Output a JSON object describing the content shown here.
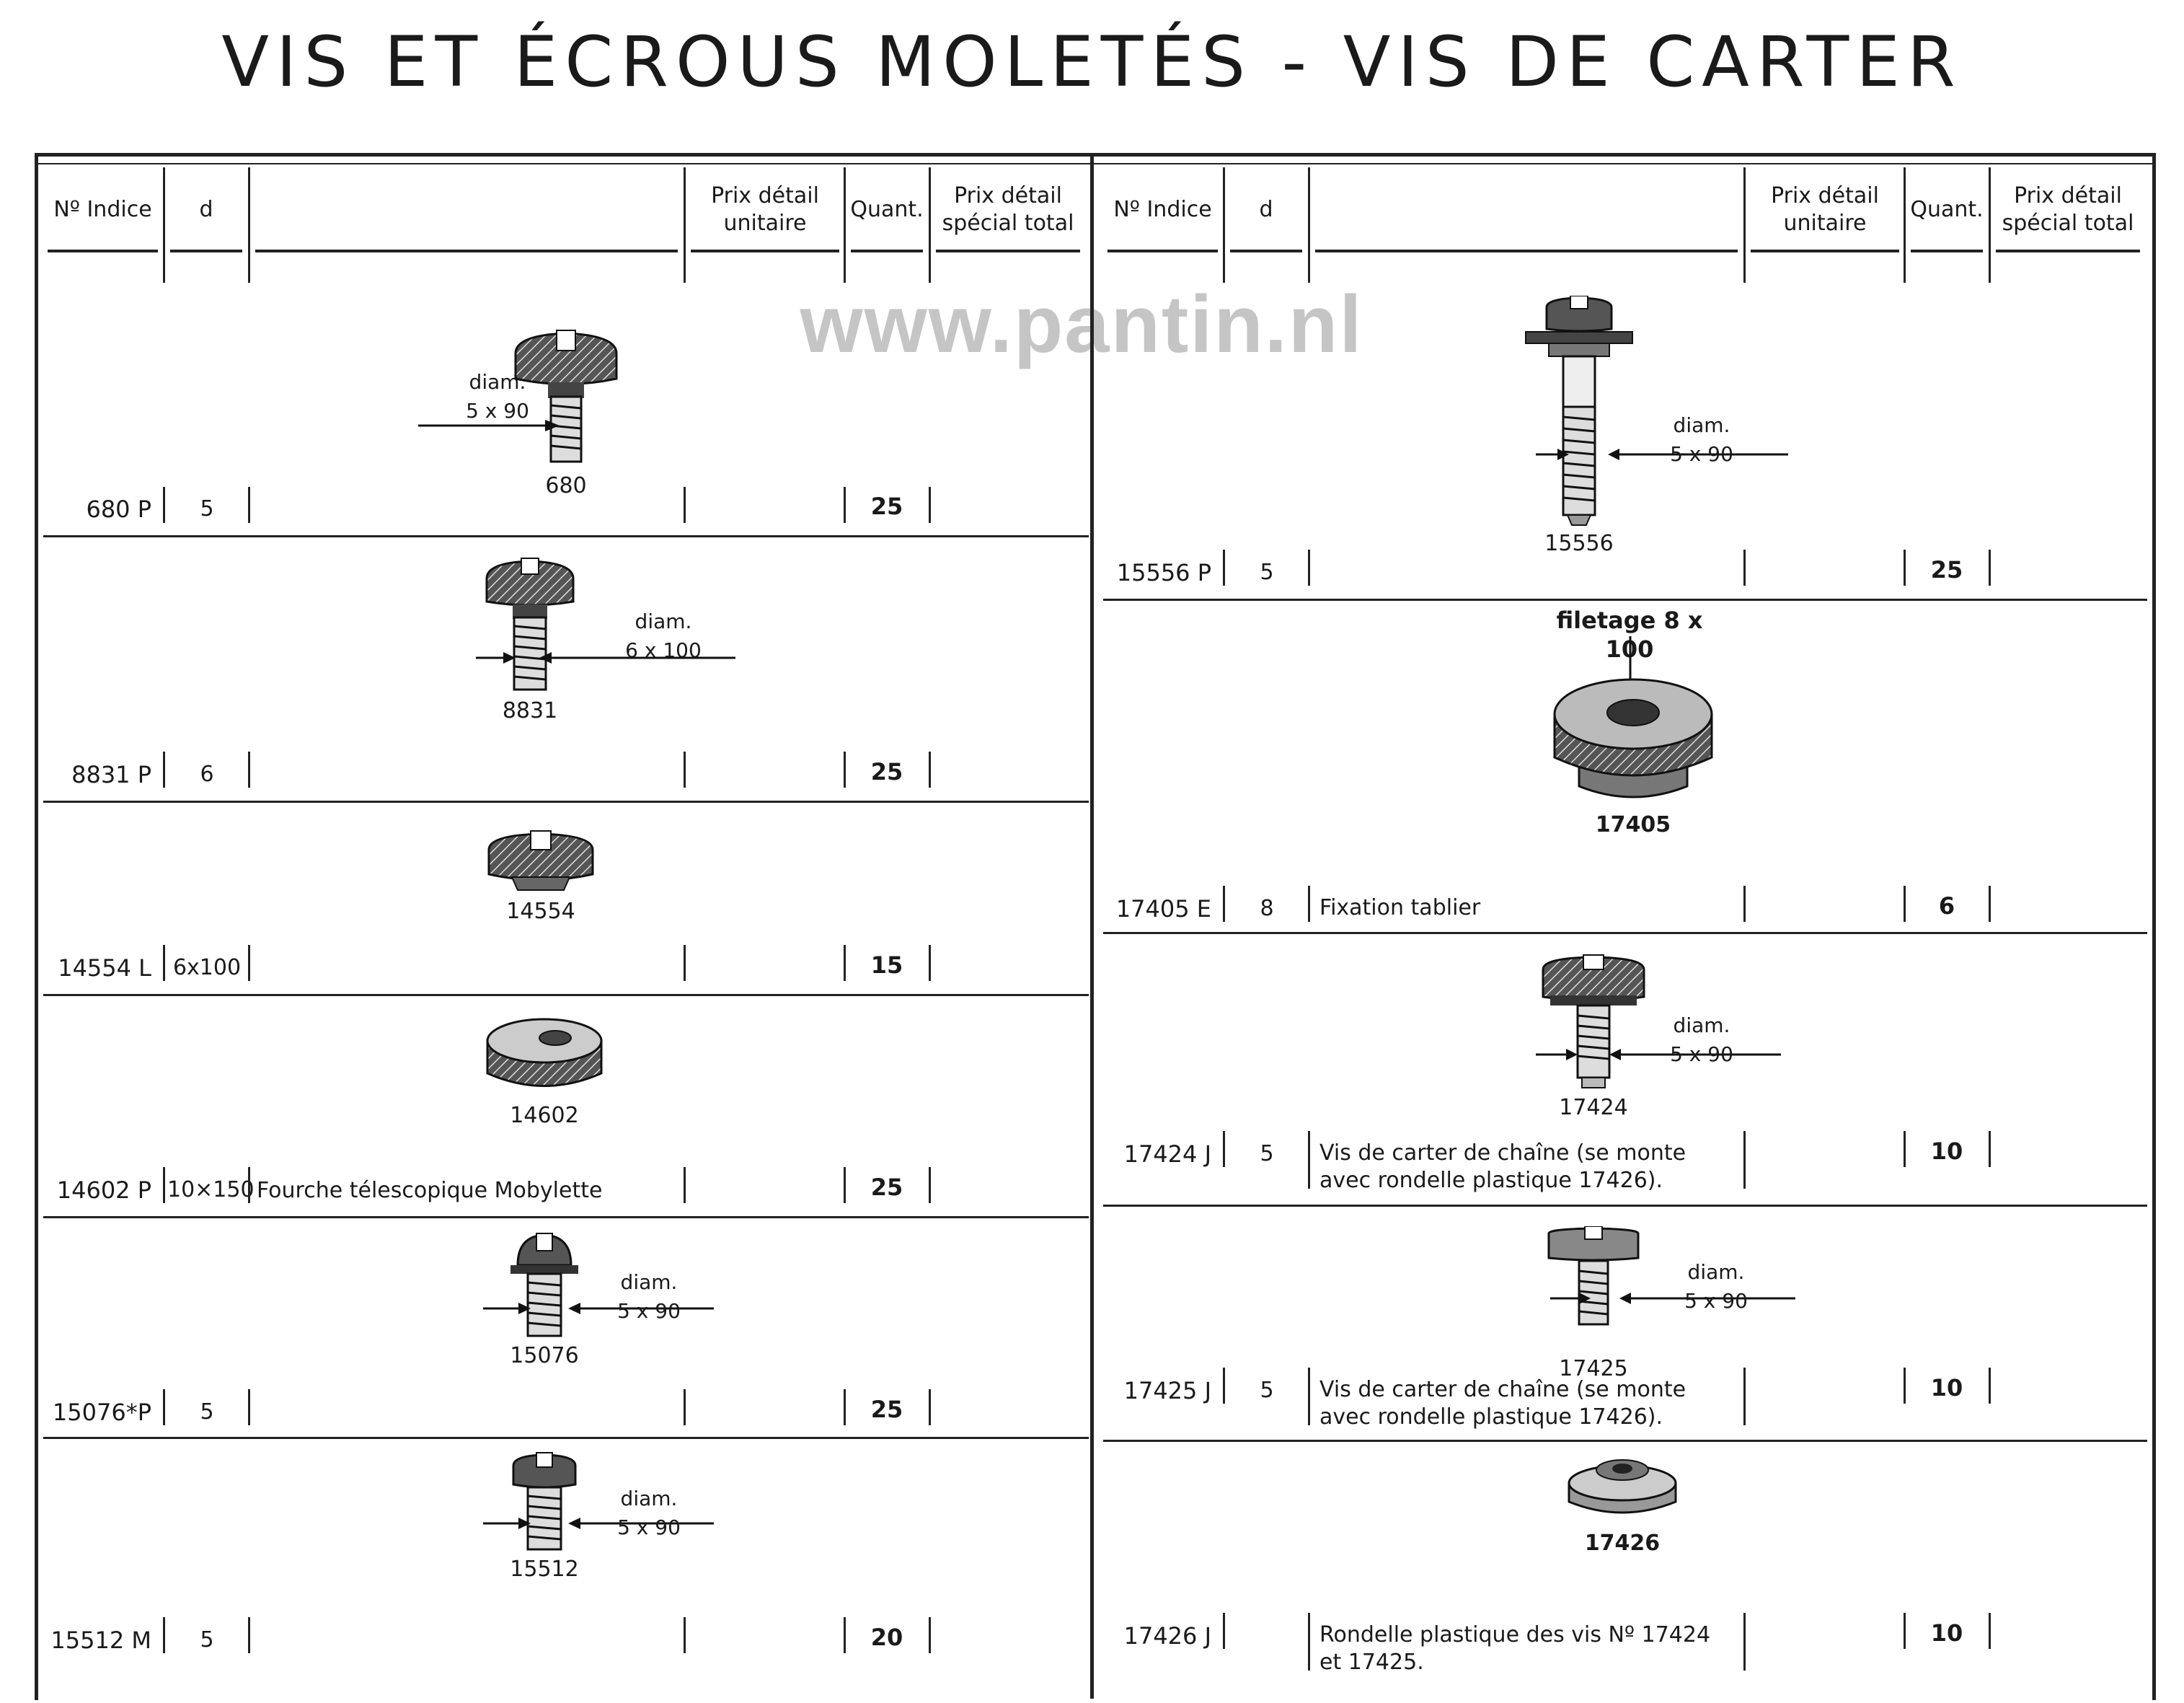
{
  "title": "VIS ET ÉCROUS MOLETÉS - VIS DE CARTER",
  "watermark": "www.pantin.nl",
  "headers": {
    "indice": "Nº Indice",
    "d": "d",
    "prix_unitaire": "Prix détail unitaire",
    "quant": "Quant.",
    "prix_special": "Prix détail spécial total"
  },
  "left_rows": [
    {
      "indice": "680 P",
      "d": "5",
      "desc": "",
      "quant": "25",
      "fig": "680",
      "diam_label": "diam.",
      "diam_value": "5 x 90"
    },
    {
      "indice": "8831 P",
      "d": "6",
      "desc": "",
      "quant": "25",
      "fig": "8831",
      "diam_label": "diam.",
      "diam_value": "6 x 100"
    },
    {
      "indice": "14554 L",
      "d": "6x100",
      "desc": "",
      "quant": "15",
      "fig": "14554"
    },
    {
      "indice": "14602 P",
      "d": "10×150",
      "desc": "Fourche télescopique Mobylette",
      "quant": "25",
      "fig": "14602"
    },
    {
      "indice": "15076*P",
      "d": "5",
      "desc": "",
      "quant": "25",
      "fig": "15076",
      "diam_label": "diam.",
      "diam_value": "5 x 90"
    },
    {
      "indice": "15512 M",
      "d": "5",
      "desc": "",
      "quant": "20",
      "fig": "15512",
      "diam_label": "diam.",
      "diam_value": "5 x 90"
    }
  ],
  "right_rows": [
    {
      "indice": "15556 P",
      "d": "5",
      "desc": "",
      "quant": "25",
      "fig": "15556",
      "diam_label": "diam.",
      "diam_value": "5 x 90"
    },
    {
      "indice": "17405 E",
      "d": "8",
      "desc": "Fixation tablier",
      "quant": "6",
      "fig": "17405",
      "top_label": "filetage 8 x 100"
    },
    {
      "indice": "17424 J",
      "d": "5",
      "desc": "Vis de carter de chaîne (se monte",
      "desc2": "avec rondelle plastique 17426).",
      "quant": "10",
      "fig": "17424",
      "diam_label": "diam.",
      "diam_value": "5 x 90"
    },
    {
      "indice": "17425 J",
      "d": "5",
      "desc": "Vis de carter de chaîne (se monte",
      "desc2": "avec rondelle plastique 17426).",
      "quant": "10",
      "fig": "17425",
      "diam_label": "diam.",
      "diam_value": "5 x 90"
    },
    {
      "indice": "17426 J",
      "d": "",
      "desc": "Rondelle plastique des vis Nº 17424",
      "desc2": "et 17425.",
      "quant": "10",
      "fig": "17426"
    }
  ]
}
